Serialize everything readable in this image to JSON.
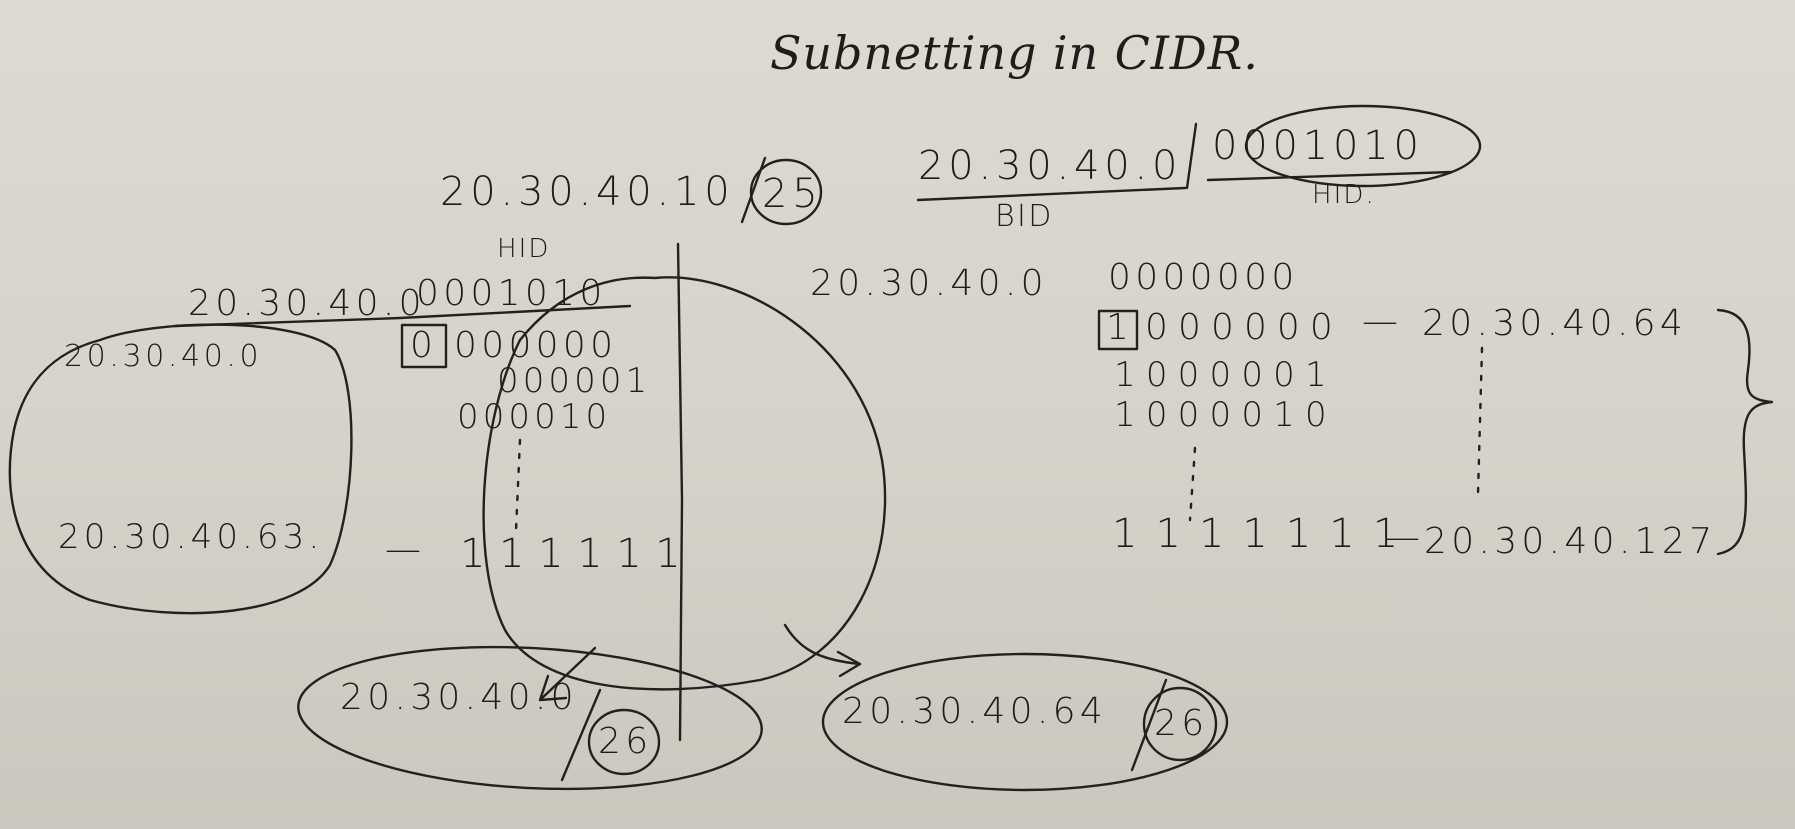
{
  "title": "Subnetting in CIDR.",
  "network": {
    "ip": "20.30.40.10",
    "slash": "/",
    "prefix": "25",
    "bid": "20.30.40.0",
    "hid_bits": "0001010",
    "bid_label": "BID",
    "hid_label": "HID."
  },
  "left_block": {
    "hid_label": "HID",
    "prefix": "20.30.40.0",
    "host_bits": "0001010",
    "boxed_bit": "0",
    "rows": [
      "000000",
      "000001",
      "000010"
    ],
    "ellipsis": "⋮",
    "last_row": "111111",
    "first_address": "20.30.40.0",
    "last_address": "20.30.40.63.",
    "dash": "—"
  },
  "right_block": {
    "prefix": "20.30.40.0",
    "zero_bits": "0000000",
    "boxed_bit": "1",
    "rows": [
      "000000",
      "1000001",
      "1000010"
    ],
    "last_row": "1111111",
    "first_address": "20.30.40.64",
    "last_address": "20.30.40.127",
    "dash": "—",
    "ellipsis": "⋮"
  },
  "subnets": [
    {
      "network": "20.30.40.0",
      "slash": "/",
      "prefix": "26"
    },
    {
      "network": "20.30.40.64",
      "slash": "/",
      "prefix": "26"
    }
  ]
}
